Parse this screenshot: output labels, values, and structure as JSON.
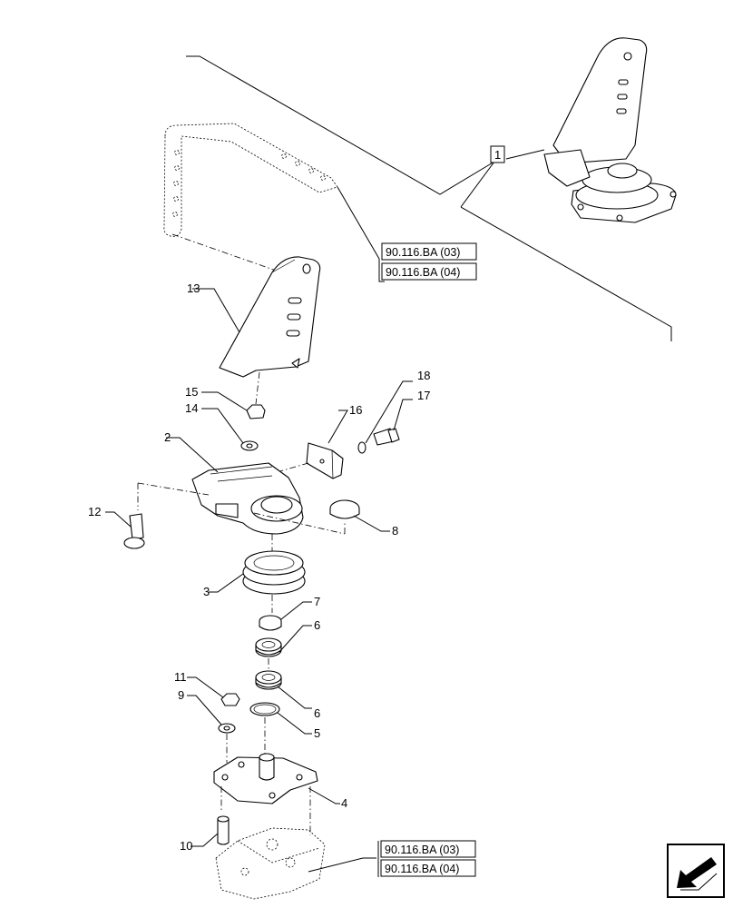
{
  "callouts": [
    "1",
    "2",
    "3",
    "4",
    "5",
    "6",
    "6",
    "7",
    "8",
    "9",
    "10",
    "11",
    "12",
    "13",
    "14",
    "15",
    "16",
    "17",
    "18"
  ],
  "references": {
    "upper": [
      "90.116.BA (03)",
      "90.116.BA (04)"
    ],
    "lower": [
      "90.116.BA (03)",
      "90.116.BA (04)"
    ]
  },
  "icons": [
    "nav-arrow-icon"
  ]
}
